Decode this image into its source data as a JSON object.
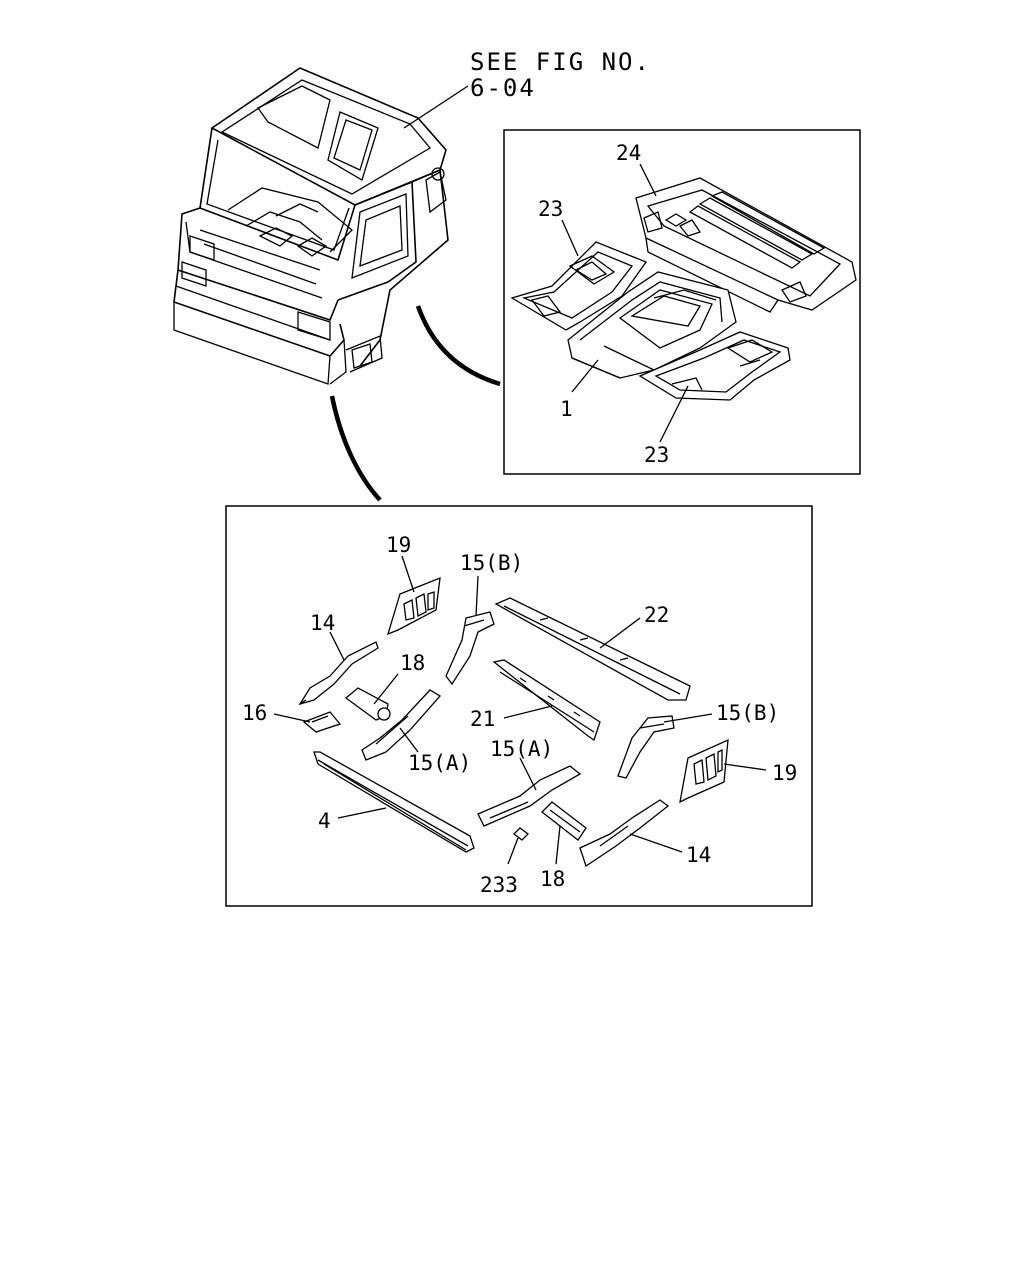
{
  "reference": {
    "line1": "SEE FIG NO.",
    "line2": "6-04"
  },
  "floor_panel_labels": {
    "l1": "1",
    "l23a": "23",
    "l23b": "23",
    "l24": "24"
  },
  "frame_labels": {
    "l19a": "19",
    "l15b_a": "15(B)",
    "l22": "22",
    "l14a": "14",
    "l18a": "18",
    "l16": "16",
    "l21": "21",
    "l15b_b": "15(B)",
    "l15a_a": "15(A)",
    "l15a_b": "15(A)",
    "l19b": "19",
    "l4": "4",
    "l14b": "14",
    "l18b": "18",
    "l233": "233"
  }
}
